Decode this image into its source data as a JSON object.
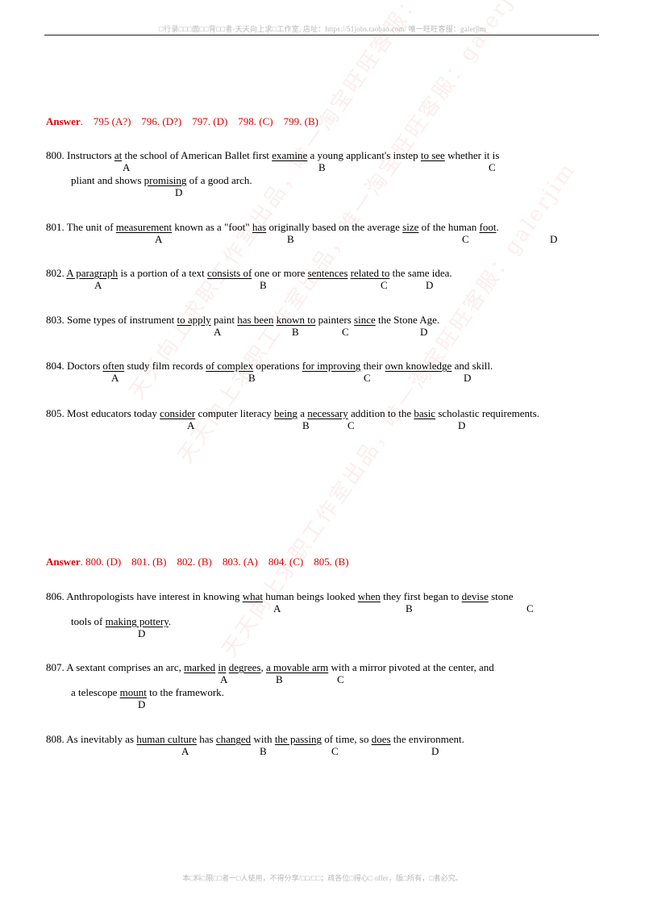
{
  "header": "□行录□□□面□□背□□者-天天向上求□工作室, 店址：https://51jobs.taobao.com/  唯一旺旺客服：galerjim",
  "footer": "本□料□限□□者一□人使用，不得分享/□□/□□；疏各位□得心□ offer，版□所有，□者必究。",
  "watermark": "天天向上求职工作室出品，唯一淘宝旺旺客服：galerjim",
  "answer1": {
    "label": "Answer",
    "text": ".    795 (A?)    796. (D?)    797. (D)    798. (C)    799. (B)"
  },
  "answer2": {
    "label": "Answer",
    "text": ". 800. (D)    801. (B)    802. (B)    803. (A)    804. (C)    805. (B)"
  },
  "q800": {
    "num": "800. Instructors ",
    "w1": "at",
    "t1": " the school of American Ballet first ",
    "w2": "examine",
    "t2": " a young applicant's instep ",
    "w3": "to see",
    "t3": " whether it is",
    "l2a": "pliant and shows ",
    "w4": "promising",
    "l2b": " of a good arch.",
    "A": "A",
    "B": "B",
    "C": "C",
    "D": "D"
  },
  "q801": {
    "num": "801. The unit of ",
    "w1": "measurement",
    "t1": " known as a \"foot\" ",
    "w2": "has",
    "t2": " originally based on the average ",
    "w3": "size",
    "t3": " of the human ",
    "w4": "foot",
    "t4": ".",
    "A": "A",
    "B": "B",
    "C": "C",
    "D": "D"
  },
  "q802": {
    "num": "802. ",
    "w1": "A paragraph",
    "t1": " is a portion of a text ",
    "w2": "consists of",
    "t2": " one or more ",
    "w3": "sentences",
    "t3": " ",
    "w4": "related to",
    "t4": " the same idea.",
    "A": "A",
    "B": "B",
    "C": "C",
    "D": "D"
  },
  "q803": {
    "num": "803. Some types of instrument ",
    "w1": "to apply",
    "t1": " paint ",
    "w2": "has been",
    "t2": " ",
    "w3": "known to",
    "t3": " painters ",
    "w4": "since",
    "t4": " the Stone Age.",
    "A": "A",
    "B": "B",
    "C": "C",
    "D": "D"
  },
  "q804": {
    "num": "804. Doctors ",
    "w1": "often",
    "t1": " study film records ",
    "w2": "of complex",
    "t2": " operations ",
    "w3": "for improving",
    "t3": " their ",
    "w4": "own knowledge",
    "t4": " and skill.",
    "A": "A",
    "B": "B",
    "C": "C",
    "D": "D"
  },
  "q805": {
    "num": "805. Most educators today ",
    "w1": "consider",
    "t1": " computer literacy ",
    "w2": "being",
    "t2": " a ",
    "w3": "necessary",
    "t3": " addition to the ",
    "w4": "basic",
    "t4": " scholastic requirements.",
    "A": "A",
    "B": "B",
    "C": "C",
    "D": "D"
  },
  "q806": {
    "num": "806. Anthropologists have interest in knowing ",
    "w1": "what",
    "t1": " human beings looked ",
    "w2": "when",
    "t2": " they first began to ",
    "w3": "devise",
    "t3": " stone",
    "l2a": "tools of ",
    "w4": "making pottery",
    "l2b": ".",
    "A": "A",
    "B": "B",
    "C": "C",
    "D": "D"
  },
  "q807": {
    "num": "807. A sextant comprises an arc, ",
    "w1": "marked",
    "t1": " ",
    "w2": "in",
    "t2": " ",
    "w3": "degrees",
    "t3": ", ",
    "w4": "a movable arm",
    "t4": " with a mirror pivoted at the center, and",
    "l2a": "a telescope ",
    "w5": "mount",
    "l2b": " to the framework.",
    "A": "A",
    "B": "B",
    "C": "C",
    "D": "D"
  },
  "q808": {
    "num": "808. As inevitably as ",
    "w1": "human culture",
    "t1": " has ",
    "w2": "changed",
    "t2": " with ",
    "w3": "the passing",
    "t3": " of time, so ",
    "w4": "does",
    "t4": " the environment.",
    "A": "A",
    "B": "B",
    "C": "C",
    "D": "D"
  }
}
